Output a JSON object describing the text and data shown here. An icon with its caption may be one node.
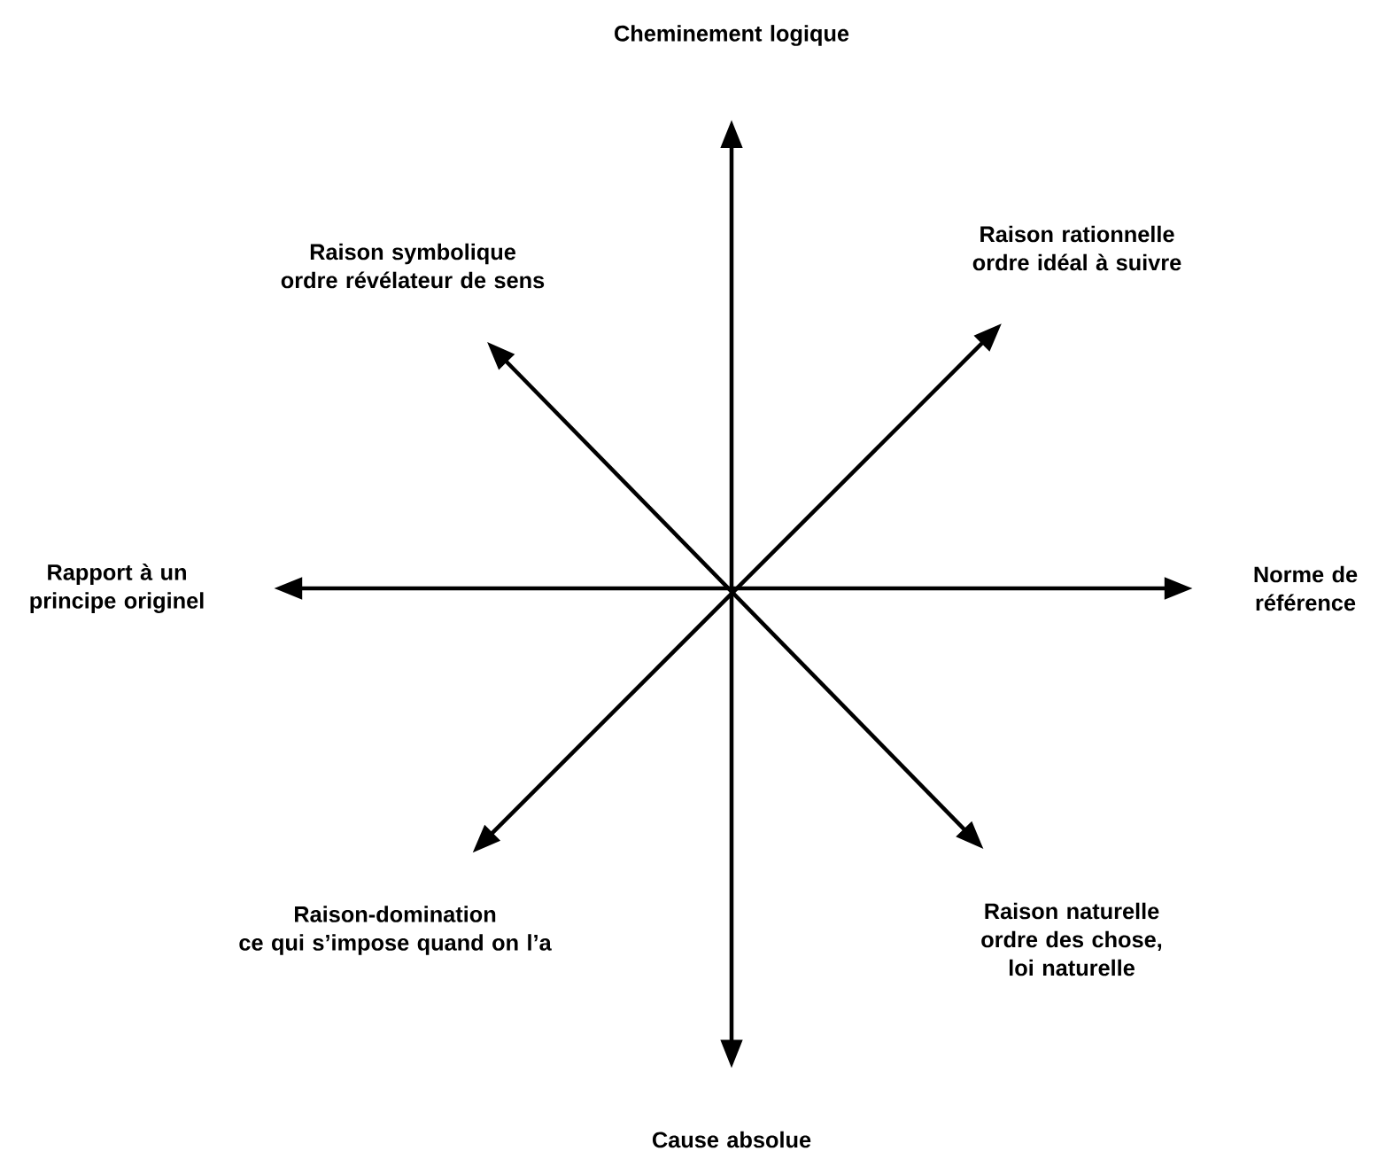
{
  "diagram": {
    "nodes": [
      {
        "text": [
          "Cheminement logique"
        ]
      },
      {
        "text": [
          "Raison symbolique",
          "ordre révélateur de sens"
        ]
      },
      {
        "text": [
          "Raison rationnelle",
          "ordre idéal à suivre"
        ]
      },
      {
        "text": [
          "Rapport à un principe originel"
        ]
      },
      {
        "text": [
          "Norme de référence"
        ]
      },
      {
        "text": [
          "Raison-domination",
          "ce qui s’impose quand on l’a"
        ]
      },
      {
        "text": [
          "Raison naturelle",
          "ordre des chose, loi naturelle"
        ]
      },
      {
        "text": [
          "Cause absolue"
        ]
      }
    ],
    "edges": [
      {
        "from": 7,
        "to": 0,
        "arrow": "both"
      },
      {
        "from": 3,
        "to": 4,
        "arrow": "both"
      },
      {
        "from": 5,
        "to": 2,
        "arrow": "both"
      },
      {
        "from": 1,
        "to": 6,
        "arrow": "both"
      }
    ]
  }
}
